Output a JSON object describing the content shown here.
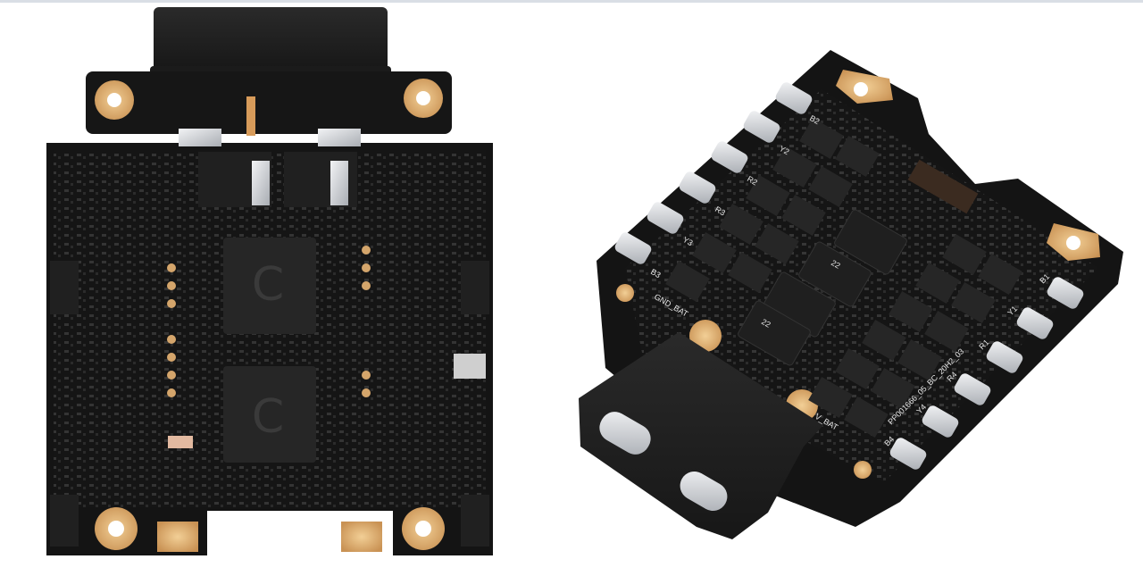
{
  "photo": {
    "boards": [
      {
        "view": "top",
        "markings": []
      },
      {
        "view": "angled",
        "markings": {
          "part_number": "PP001666_05_BC_20H2_03",
          "gnd": "GND_BAT",
          "vbat": "V_BAT",
          "pads": [
            "B3",
            "Y3",
            "R3",
            "R2",
            "Y2",
            "B2",
            "B1",
            "Y1",
            "R1",
            "R4",
            "Y4",
            "B4"
          ],
          "chip_code": "22"
        }
      }
    ],
    "colors": {
      "pcb": "#141414",
      "pad_gold": "#d9a86a",
      "connector": "#1e1e1e",
      "silver": "#cfd2d6"
    }
  }
}
